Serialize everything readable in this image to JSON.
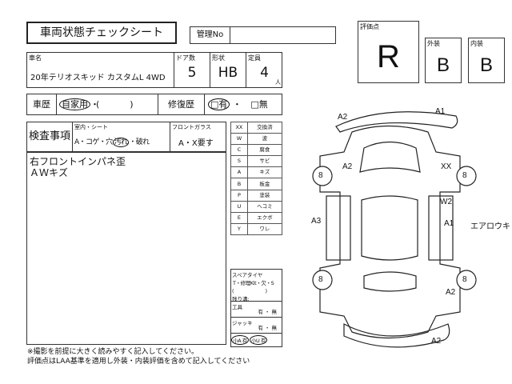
{
  "title": "車両状態チェックシート",
  "management": {
    "label": "管理No",
    "value": ""
  },
  "grade": {
    "overall_label": "評価点",
    "overall": "R",
    "exterior_label": "外装",
    "exterior": "B",
    "interior_label": "内装",
    "interior": "B"
  },
  "vehicle": {
    "name_label": "車名",
    "name": "20年テリオスキッド カスタムL 4WD",
    "doors_label": "ドア数",
    "doors": "5",
    "shape_label": "形状",
    "shape": "HB",
    "capacity_label": "定員",
    "capacity": "4",
    "capacity_unit": "人"
  },
  "history": {
    "label": "車歴",
    "selected": "自家用",
    "rest": "・(　　　　　　)",
    "repair_label": "修復歴",
    "repair_yes": "□有",
    "sep": "・",
    "repair_no": "□無"
  },
  "inspection": {
    "label": "検査事項",
    "interior_label": "室内・シート",
    "interior_opts_a": "A・コゲ・穴",
    "interior_selected": "汚れ",
    "interior_opts_b": "・破れ",
    "windshield_label": "フロントガラス",
    "windshield": "A・X要す"
  },
  "notes": [
    "右フロントインパネ歪",
    "ＡＷキズ"
  ],
  "codes": [
    [
      "XX",
      "交換済"
    ],
    [
      "W",
      "波"
    ],
    [
      "C",
      "腐食"
    ],
    [
      "S",
      "サビ"
    ],
    [
      "A",
      "キズ"
    ],
    [
      "B",
      "板金"
    ],
    [
      "P",
      "塗装"
    ],
    [
      "U",
      "ヘコミ"
    ],
    [
      "E",
      "エクボ"
    ],
    [
      "Y",
      "ワレ"
    ]
  ],
  "spare": {
    "label": "スペアタイヤ",
    "opts": "T・修理Kit・欠・S",
    "paren": "(　　　　　　)",
    "remain": "残り溝:",
    "tools_label": "工具",
    "tools_opts": "有 ・ 無",
    "jack_label": "ジャッキ",
    "jack_opts": "有 ・ 無",
    "a_small": "小A 有",
    "u_small": "小U 有"
  },
  "footer": [
    "※撮影を前提に大きく読みやすく記入してください。",
    "評価点はLAA基準を適用し外装・内装評価を含めて記入してください"
  ],
  "diagram": {
    "marks": {
      "a2_top": "A2",
      "a1_top": "A1",
      "a2_left": "A2",
      "xx": "XX",
      "w2": "W2",
      "a1_right": "A1",
      "a3": "A3",
      "a2_rr": "A2",
      "a2_rear": "A2",
      "note": "エアロウキ"
    },
    "tires": [
      "8",
      "8",
      "8",
      "8"
    ]
  }
}
